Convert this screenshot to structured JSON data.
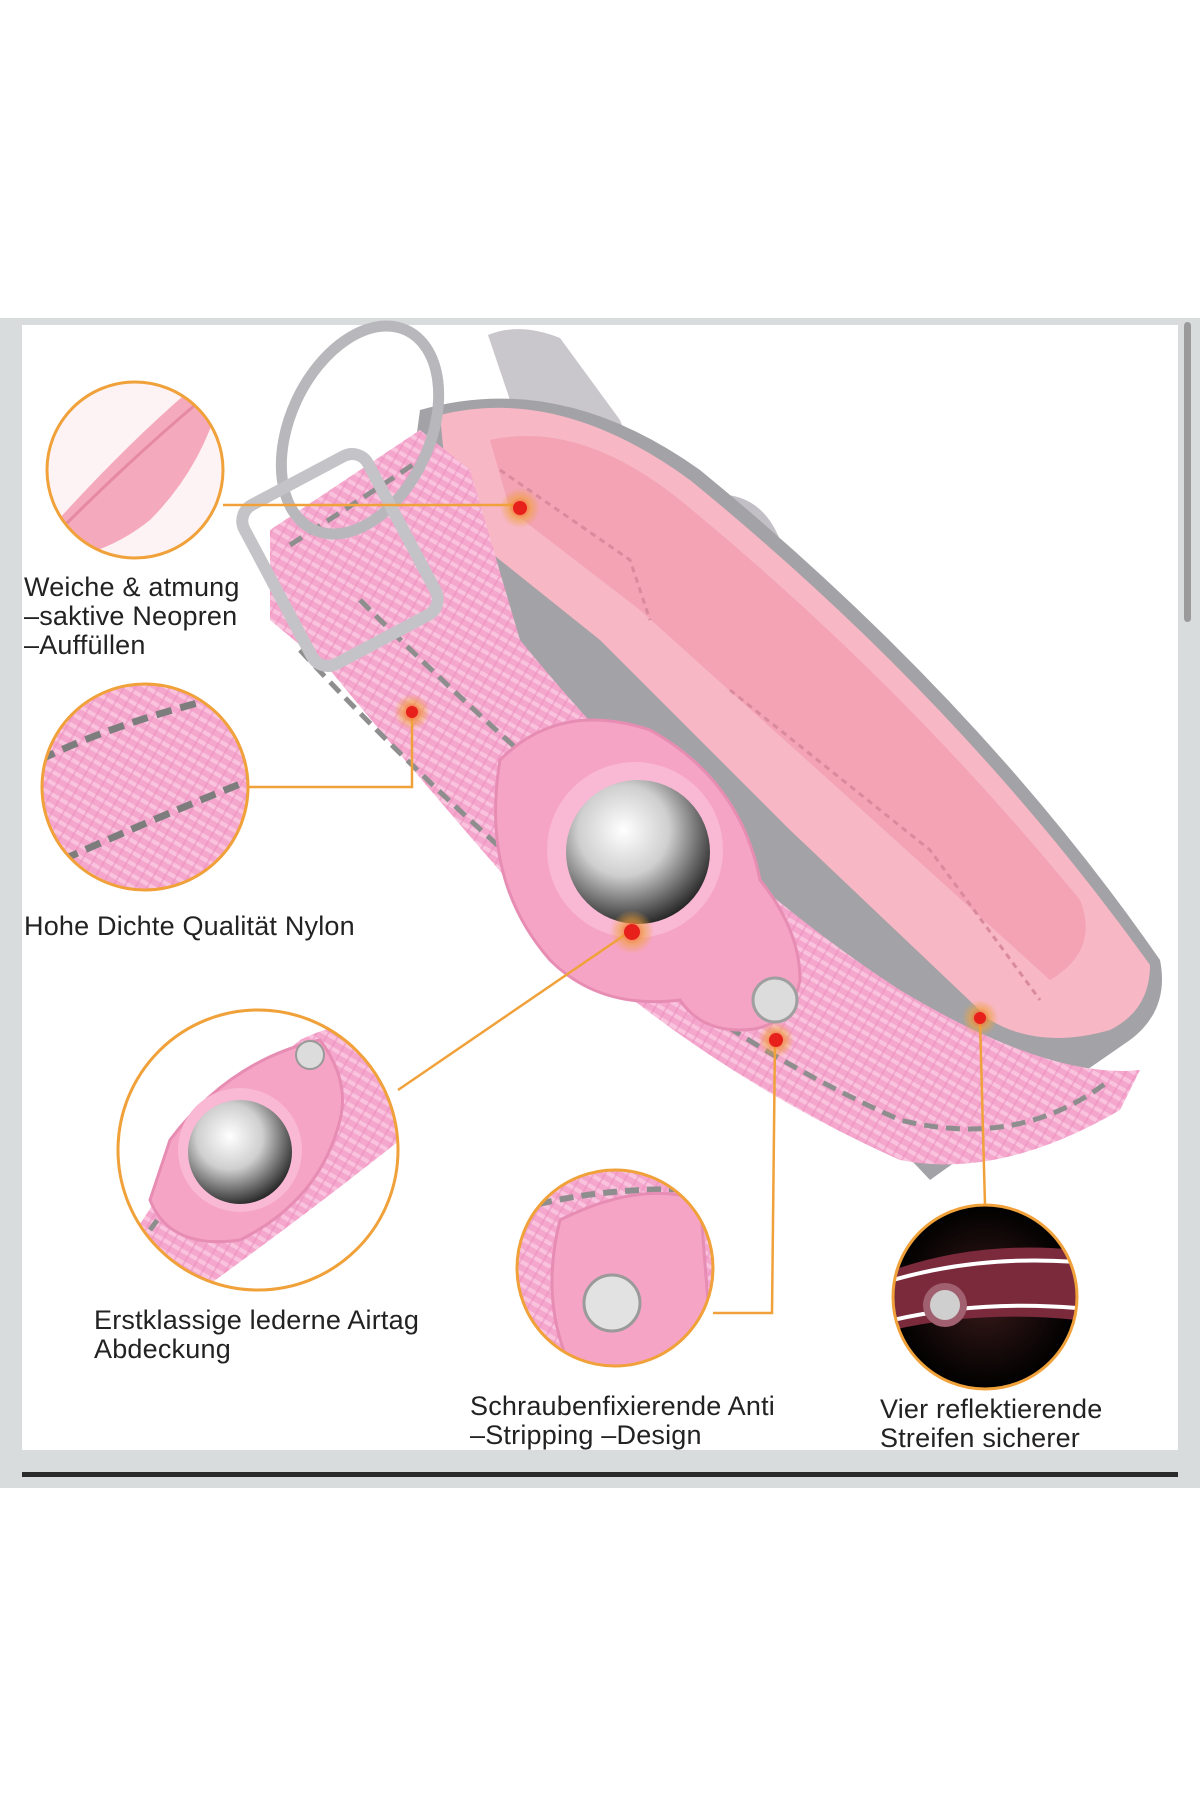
{
  "features": {
    "neoprene": {
      "lines": [
        "Weiche & atmung",
        "–saktive Neopren",
        "–Auffüllen"
      ]
    },
    "nylon": {
      "lines": [
        "Hohe Dichte Qualität Nylon"
      ]
    },
    "leather": {
      "lines": [
        "Erstklassige lederne Airtag",
        "Abdeckung"
      ]
    },
    "screw": {
      "lines": [
        "Schraubenfixierende Anti",
        "–Stripping –Design"
      ]
    },
    "reflective": {
      "lines": [
        "Vier reflektierende",
        "Streifen sicherer"
      ]
    }
  },
  "colors": {
    "collar_pink": "#f3a6c8",
    "neoprene_pink": "#f7b7c4",
    "reflective_gray": "#9a9a9a",
    "callout_orange": "#f0a13a",
    "marker_red": "#e8201c",
    "frame_gray": "#d9dcdc"
  },
  "icons": [
    "apple-logo-icon"
  ]
}
